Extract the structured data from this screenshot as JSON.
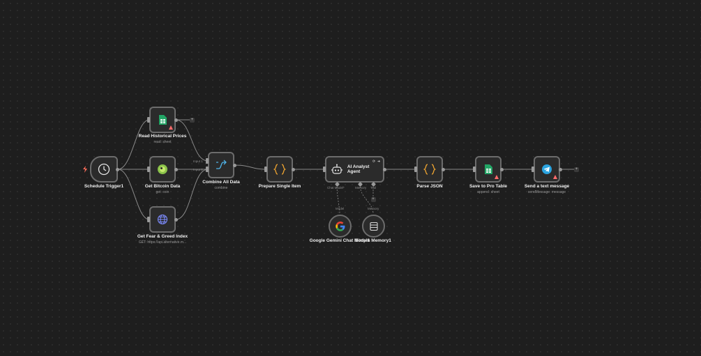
{
  "colors": {
    "canvas_bg": "#1e1e1e",
    "node_bg": "#2b2b2b",
    "node_border": "#6c6c6c",
    "wire": "#8a8a8a",
    "warning": "#ff6b6b",
    "trigger_bolt": "#ff6d5a",
    "sheets_green": "#22a565",
    "bitcoin_green": "#8bc34a",
    "globe_purple": "#7d8cff",
    "code_orange": "#f0a530",
    "merge_blue": "#4fb3e8",
    "telegram_blue": "#2aa3df"
  },
  "nodes": {
    "schedule_trigger": {
      "title": "Schedule Trigger1",
      "icon": "clock-icon"
    },
    "read_prices": {
      "title": "Read Historical Prices",
      "subtitle": "read: sheet",
      "icon": "google-sheets-icon"
    },
    "get_bitcoin": {
      "title": "Get Bitcoin Data",
      "subtitle": "get: coin",
      "icon": "coingecko-icon"
    },
    "get_fear_greed": {
      "title": "Get Fear & Greed Index",
      "subtitle": "GET: https://api.alternative.m...",
      "icon": "globe-icon"
    },
    "combine": {
      "title": "Combine All Data",
      "subtitle": "combine",
      "input1": "Input 1",
      "input2": "Input 2",
      "icon": "merge-icon"
    },
    "prepare": {
      "title": "Prepare Single Item",
      "icon": "code-braces-icon"
    },
    "agent": {
      "title": "AI Analyst Agent",
      "chat_model": "Chat Model*",
      "memory": "Memory",
      "tool": "Tool",
      "icon": "robot-icon"
    },
    "parse_json": {
      "title": "Parse JSON",
      "icon": "code-braces-icon"
    },
    "save_pro": {
      "title": "Save to Pro Table",
      "subtitle": "append: sheet",
      "icon": "google-sheets-icon"
    },
    "send_message": {
      "title": "Send a text message",
      "subtitle": "sendMessage: message",
      "icon": "telegram-icon"
    },
    "gemini": {
      "title": "Google Gemini Chat Model1",
      "port_label": "Model",
      "icon": "google-icon"
    },
    "memory": {
      "title": "Simple Memory1",
      "port_label": "Memory",
      "icon": "database-icon"
    }
  },
  "add_symbol": "+"
}
